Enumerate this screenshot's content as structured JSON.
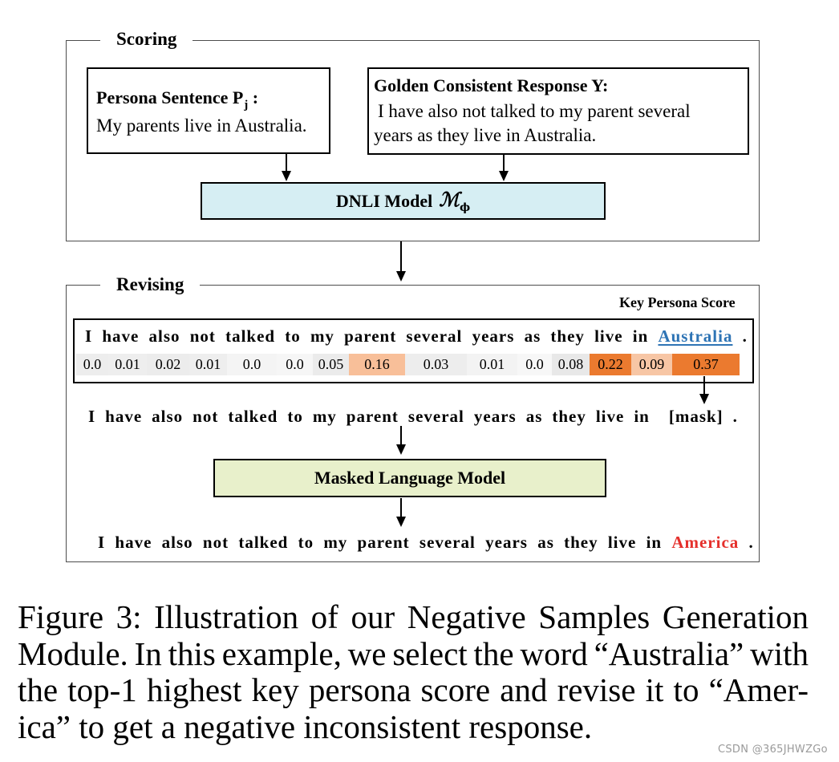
{
  "scoring": {
    "label": "Scoring",
    "persona": {
      "title": "Persona Sentence P",
      "title_sub": "j",
      "title_suffix": " :",
      "text": "My parents live in Australia."
    },
    "response": {
      "title": "Golden Consistent Response Y:",
      "lines": [
        "I have also not talked to my parent several",
        "years as they live in Australia."
      ]
    },
    "model": {
      "label": "DNLI Model",
      "symbol": "ℳ",
      "symbol_sub": "ϕ",
      "fill": "#d6eef3"
    }
  },
  "revising": {
    "label": "Revising",
    "score_title": "Key Persona Score",
    "input_sentence": {
      "words": [
        "I",
        "have",
        "also",
        "not",
        "talked",
        "to",
        "my",
        "parent",
        "several",
        "years",
        "as",
        "they",
        "live",
        "in"
      ],
      "keyword": "Australia",
      "keyword_color": "#2e74b5",
      "period": "."
    },
    "scores": [
      {
        "value": "0.0",
        "color": "#ededed"
      },
      {
        "value": "0.01",
        "color": "#eeeeee"
      },
      {
        "value": "0.02",
        "color": "#ececec"
      },
      {
        "value": "0.01",
        "color": "#eeeeee"
      },
      {
        "value": "0.0",
        "color": "#f4f4f4"
      },
      {
        "value": "0.0",
        "color": "#f6f6f6"
      },
      {
        "value": "0.05",
        "color": "#ebebeb"
      },
      {
        "value": "0.16",
        "color": "#f8bf99"
      },
      {
        "value": "0.03",
        "color": "#ededed"
      },
      {
        "value": "0.01",
        "color": "#f3f3f3"
      },
      {
        "value": "0.0",
        "color": "#f7f7f7"
      },
      {
        "value": "0.08",
        "color": "#e8e8e8"
      },
      {
        "value": "0.22",
        "color": "#eb7a2f"
      },
      {
        "value": "0.09",
        "color": "#f7c6a5"
      },
      {
        "value": "0.37",
        "color": "#eb7a2f"
      }
    ],
    "masked_sentence": {
      "words": [
        "I",
        "have",
        "also",
        "not",
        "talked",
        "to",
        "my",
        "parent",
        "several",
        "years",
        "as",
        "they",
        "live",
        "in"
      ],
      "mask": "[mask]",
      "period": "."
    },
    "mlm": {
      "label": "Masked Language Model",
      "fill": "#e8f0cb"
    },
    "output_sentence": {
      "words": [
        "I",
        "have",
        "also",
        "not",
        "talked",
        "to",
        "my",
        "parent",
        "several",
        "years",
        "as",
        "they",
        "live",
        "in"
      ],
      "replacement": "America",
      "replacement_color": "#e5302c",
      "period": "."
    }
  },
  "caption": {
    "lines": [
      "Figure 3: Illustration of our Negative Samples Generation",
      "Module. In this example, we select the word “Australia” with",
      "the top-1 highest key persona score and revise it to “Amer-",
      "ica” to get a negative inconsistent response."
    ]
  },
  "watermark": "CSDN @365JHWZGo"
}
